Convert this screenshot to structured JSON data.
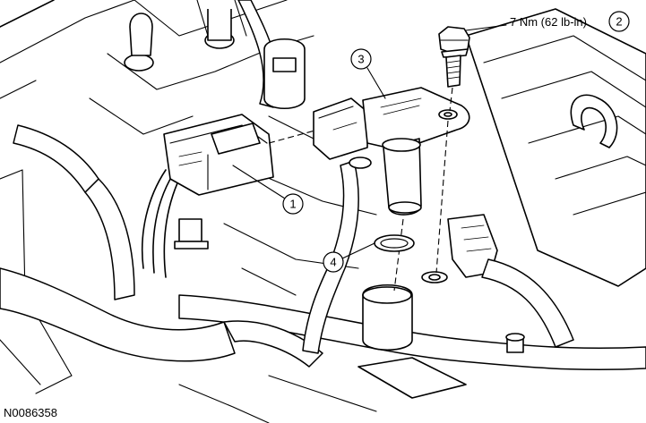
{
  "figure_id": "N0086358",
  "torque_spec": "7 Nm (62 lb-in)",
  "callouts": [
    {
      "id": "1",
      "label": "1"
    },
    {
      "id": "2",
      "label": "2"
    },
    {
      "id": "3",
      "label": "3"
    },
    {
      "id": "4",
      "label": "4"
    }
  ]
}
